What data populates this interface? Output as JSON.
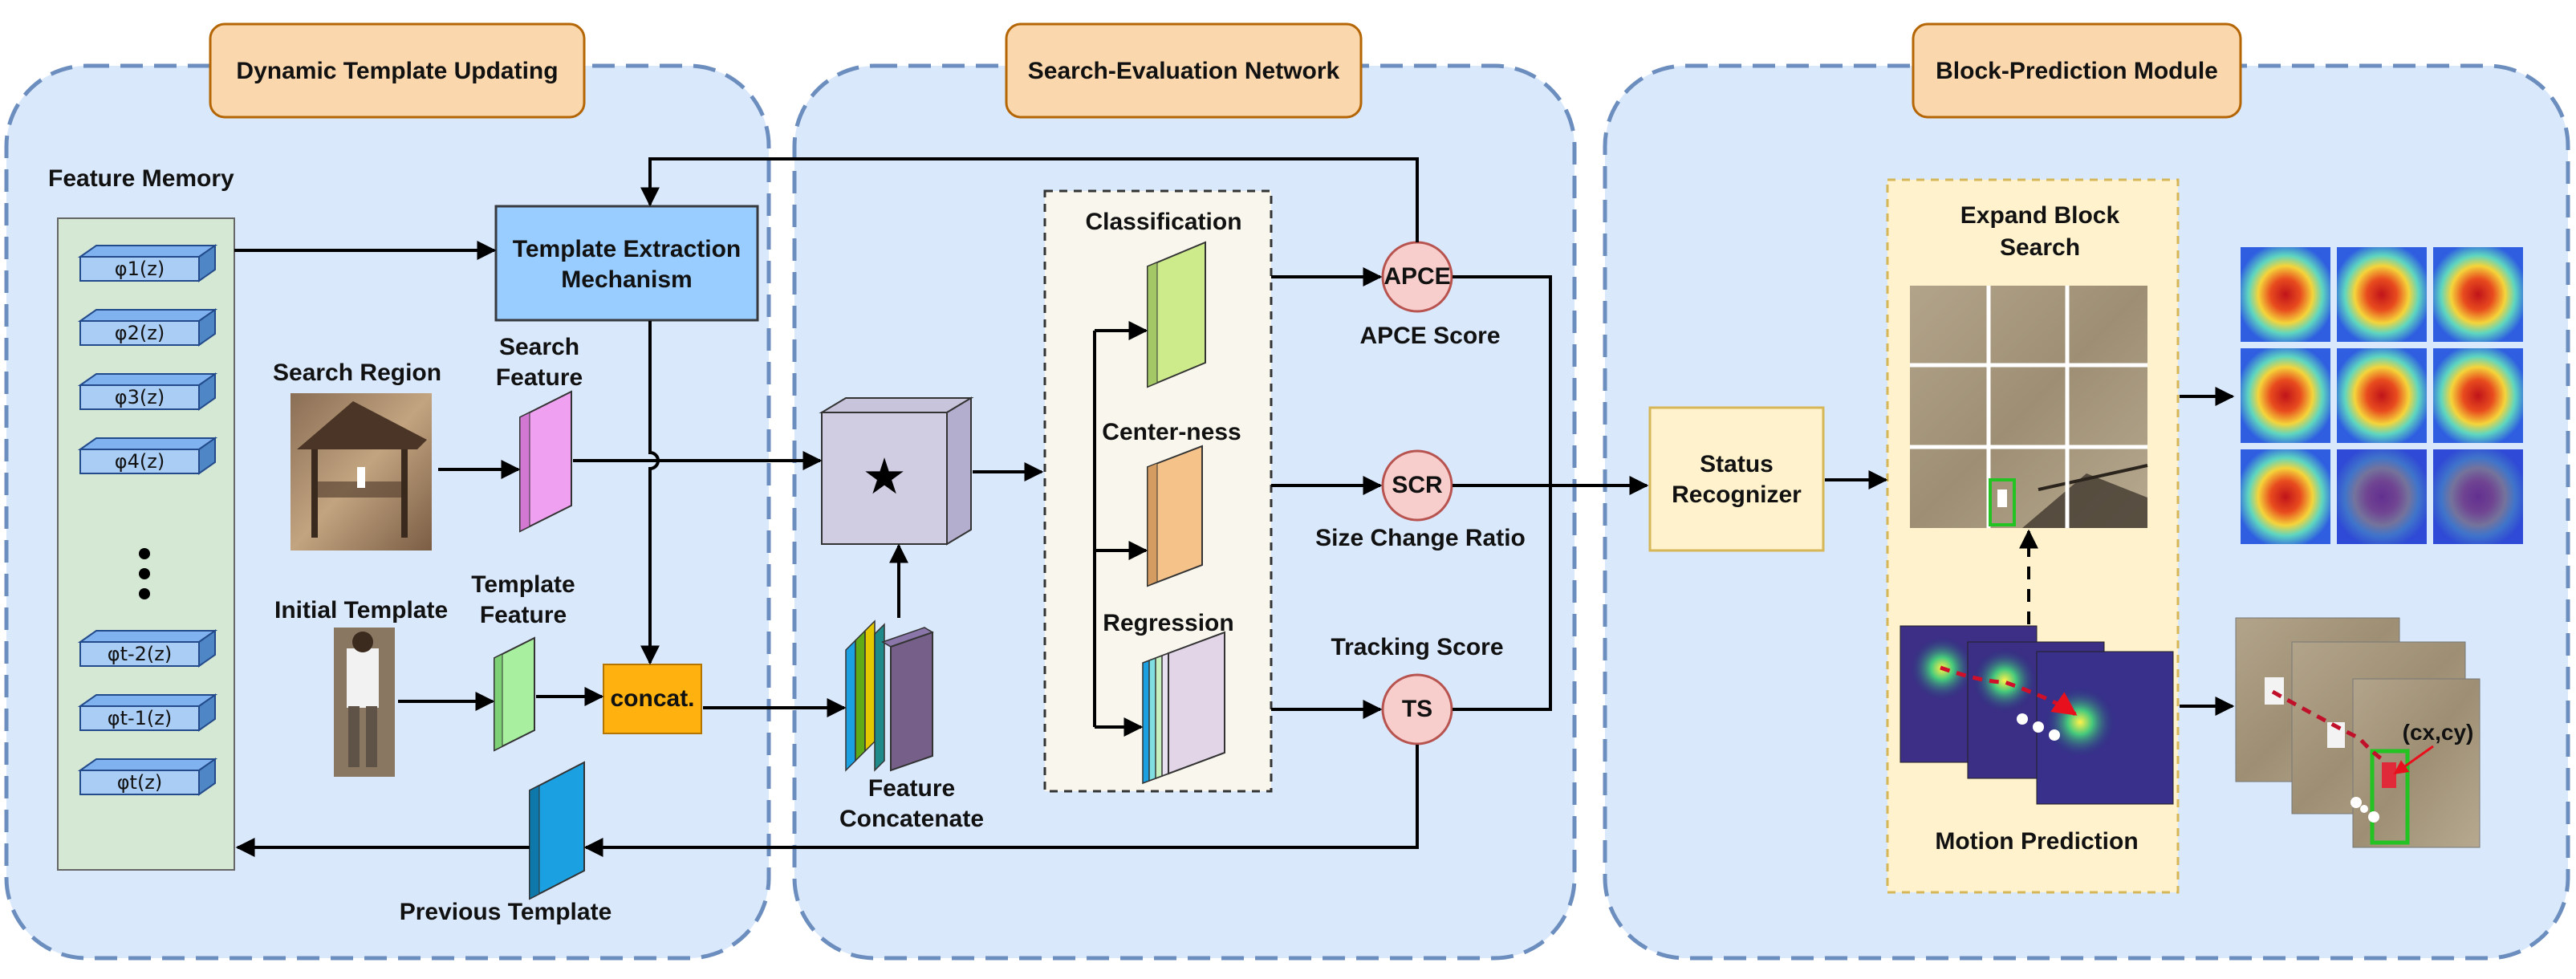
{
  "panels": {
    "dynamic": "Dynamic Template Updating",
    "search_eval": "Search-Evaluation Network",
    "block_pred": "Block-Prediction Module"
  },
  "labels": {
    "feature_memory": "Feature Memory",
    "template_extraction_1": "Template Extraction",
    "template_extraction_2": "Mechanism",
    "search_region": "Search Region",
    "search_feature_1": "Search",
    "search_feature_2": "Feature",
    "initial_template": "Initial Template",
    "template_feature_1": "Template",
    "template_feature_2": "Feature",
    "concat": "concat.",
    "previous_template": "Previous Template",
    "feature_concatenate_1": "Feature",
    "feature_concatenate_2": "Concatenate",
    "star": "★",
    "classification": "Classification",
    "centerness": "Center-ness",
    "regression": "Regression",
    "apce": "APCE",
    "apce_score": "APCE Score",
    "scr": "SCR",
    "size_change_ratio": "Size Change Ratio",
    "ts": "TS",
    "tracking_score": "Tracking Score",
    "status_recognizer_1": "Status",
    "status_recognizer_2": "Recognizer",
    "expand_block_1": "Expand Block",
    "expand_block_2": "Search",
    "motion_prediction": "Motion Prediction",
    "cxcy": "(cx,cy)"
  },
  "memory_items": [
    "φ1(z)",
    "φ2(z)",
    "φ3(z)",
    "φ4(z)",
    "φt-2(z)",
    "φt-1(z)",
    "φt(z)"
  ],
  "colors": {
    "panel_fill": "#dae8fc",
    "panel_stroke": "#6c8ebf",
    "header_fill": "#fad7ac",
    "header_stroke": "#b46504",
    "circle_fill": "#f8cecc",
    "circle_stroke": "#b85450",
    "status_fill": "#fff2cc",
    "memory_fill": "#d5e8d4"
  }
}
